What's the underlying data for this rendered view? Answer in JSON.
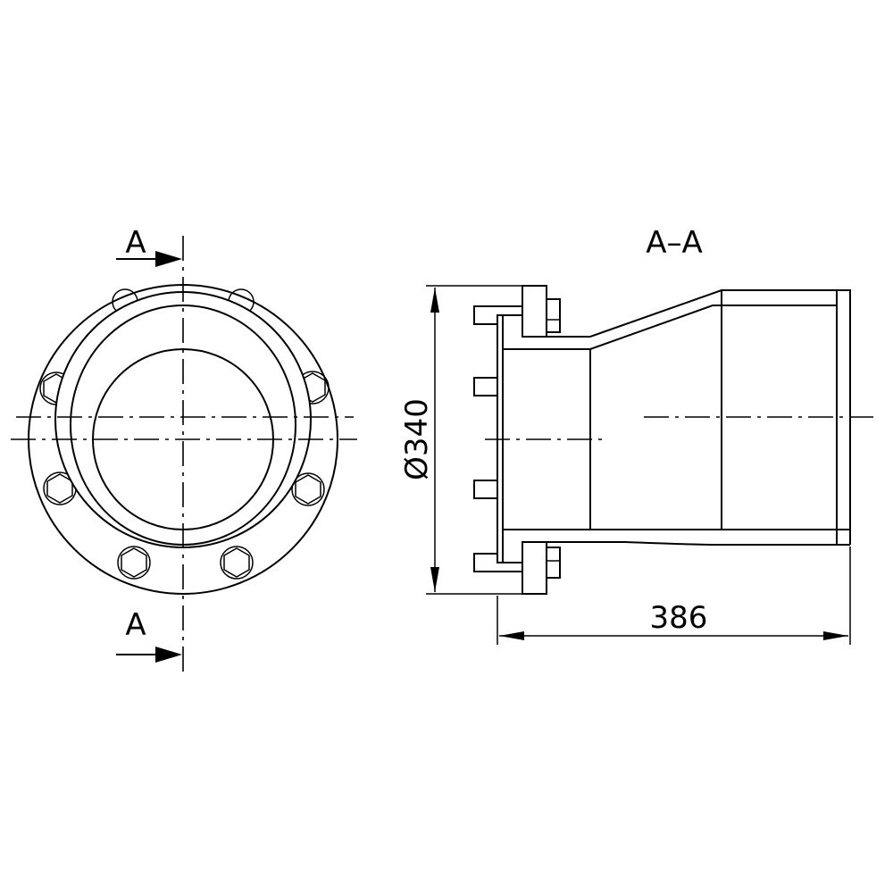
{
  "drawing": {
    "front_view": {
      "section_marker_top": "A",
      "section_marker_bottom": "A"
    },
    "section_view": {
      "title": "A–A",
      "diameter_dimension": "Ø340",
      "length_dimension": "386"
    }
  }
}
